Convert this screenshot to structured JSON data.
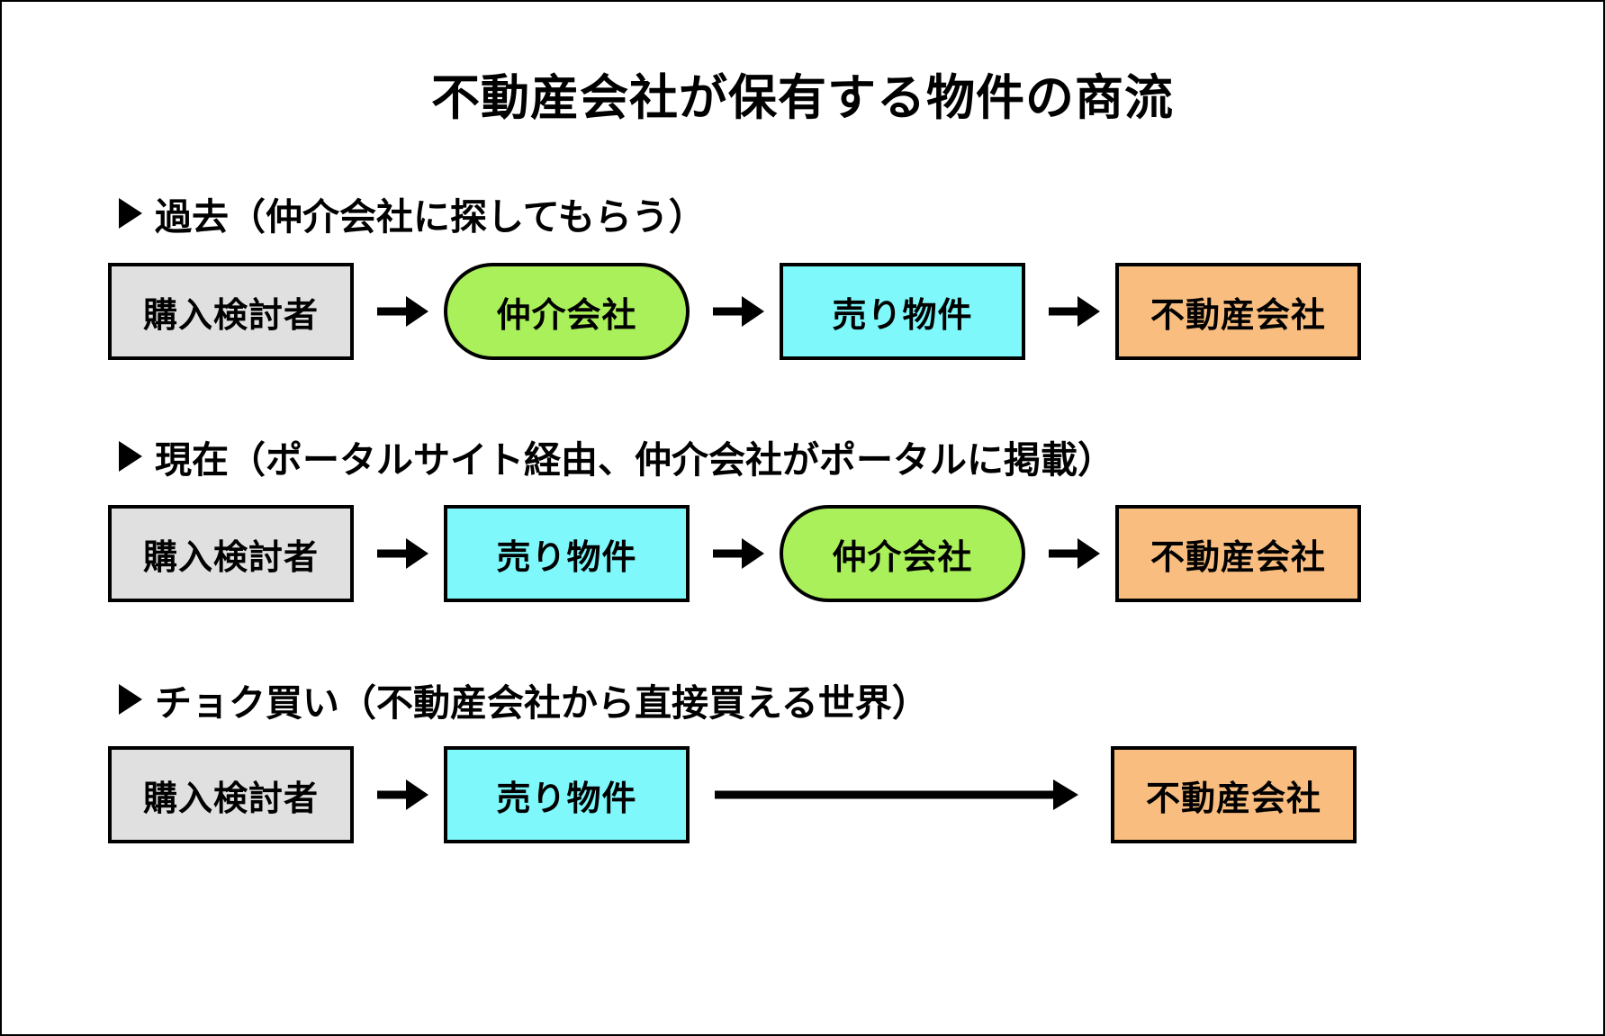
{
  "slide": {
    "title": "不動産会社が保有する物件の商流",
    "background_color": "#ffffff",
    "border_color": "#000000"
  },
  "colors": {
    "gray_node": "#e0e0e0",
    "green_node": "#a9f05a",
    "cyan_node": "#7ff8fb",
    "orange_node": "#f8bd7f",
    "outline": "#000000",
    "text": "#000000"
  },
  "sections": [
    {
      "bullet": "triangle-right-icon",
      "header": "過去（仲介会社に探してもらう）",
      "nodes": [
        {
          "label": "購入検討者",
          "shape": "rect",
          "color": "#e0e0e0"
        },
        {
          "label": "仲介会社",
          "shape": "pill",
          "color": "#a9f05a"
        },
        {
          "label": "売り物件",
          "shape": "rect",
          "color": "#7ff8fb"
        },
        {
          "label": "不動産会社",
          "shape": "rect",
          "color": "#f8bd7f"
        }
      ],
      "connectors": [
        "arrow-short",
        "arrow-short",
        "arrow-short"
      ]
    },
    {
      "bullet": "triangle-right-icon",
      "header": "現在（ポータルサイト経由、仲介会社がポータルに掲載）",
      "nodes": [
        {
          "label": "購入検討者",
          "shape": "rect",
          "color": "#e0e0e0"
        },
        {
          "label": "売り物件",
          "shape": "rect",
          "color": "#7ff8fb"
        },
        {
          "label": "仲介会社",
          "shape": "pill",
          "color": "#a9f05a"
        },
        {
          "label": "不動産会社",
          "shape": "rect",
          "color": "#f8bd7f"
        }
      ],
      "connectors": [
        "arrow-short",
        "arrow-short",
        "arrow-short"
      ]
    },
    {
      "bullet": "triangle-right-icon",
      "header": "チョク買い（不動産会社から直接買える世界）",
      "nodes": [
        {
          "label": "購入検討者",
          "shape": "rect",
          "color": "#e0e0e0"
        },
        {
          "label": "売り物件",
          "shape": "rect",
          "color": "#7ff8fb"
        },
        {
          "label": "不動産会社",
          "shape": "rect",
          "color": "#f8bd7f"
        }
      ],
      "connectors": [
        "arrow-short",
        "arrow-long"
      ]
    }
  ]
}
